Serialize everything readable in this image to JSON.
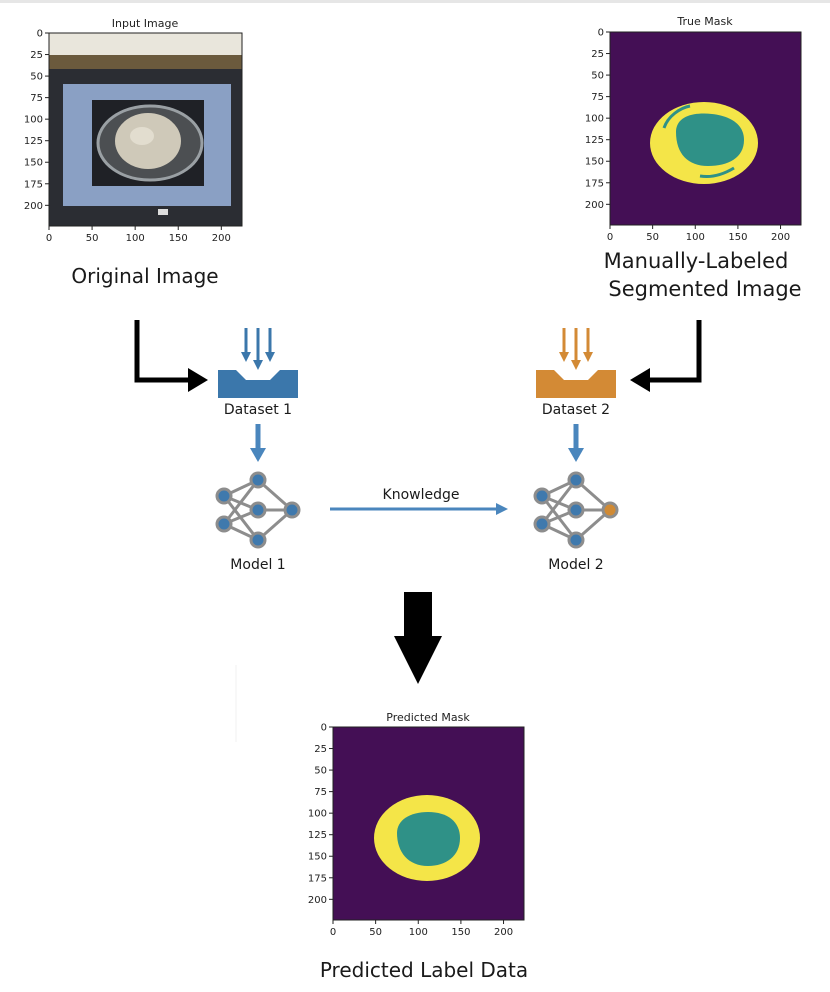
{
  "colors": {
    "dataset1": "#3b77ab",
    "dataset2": "#d38a35",
    "arrow_blue": "#4a86bd",
    "edge_gray": "#8d8d8d",
    "node_blue": "#3f79ad",
    "node_orange": "#d08a34",
    "mask_purple": "#440f55",
    "mask_yellow": "#f4e548",
    "mask_teal": "#2f9187",
    "black": "#000000"
  },
  "panels": {
    "input": {
      "title": "Input Image",
      "yticks": [
        "0",
        "25",
        "50",
        "75",
        "100",
        "125",
        "150",
        "175",
        "200"
      ],
      "xticks": [
        "0",
        "50",
        "100",
        "150",
        "200"
      ],
      "caption": "Original Image"
    },
    "true_mask": {
      "title": "True Mask",
      "yticks": [
        "0",
        "25",
        "50",
        "75",
        "100",
        "125",
        "150",
        "175",
        "200"
      ],
      "xticks": [
        "0",
        "50",
        "100",
        "150",
        "200"
      ],
      "caption_line1": "Manually-Labeled",
      "caption_line2": "Segmented Image"
    },
    "predicted_mask": {
      "title": "Predicted Mask",
      "yticks": [
        "0",
        "25",
        "50",
        "75",
        "100",
        "125",
        "150",
        "175",
        "200"
      ],
      "xticks": [
        "0",
        "50",
        "100",
        "150",
        "200"
      ],
      "caption": "Predicted Label Data"
    }
  },
  "nodes": {
    "dataset1": "Dataset 1",
    "dataset2": "Dataset 2",
    "model1": "Model 1",
    "model2": "Model 2",
    "edge_knowledge": "Knowledge"
  },
  "icons": {
    "dataset": "inbox-tray-icon",
    "model": "neural-network-icon"
  }
}
